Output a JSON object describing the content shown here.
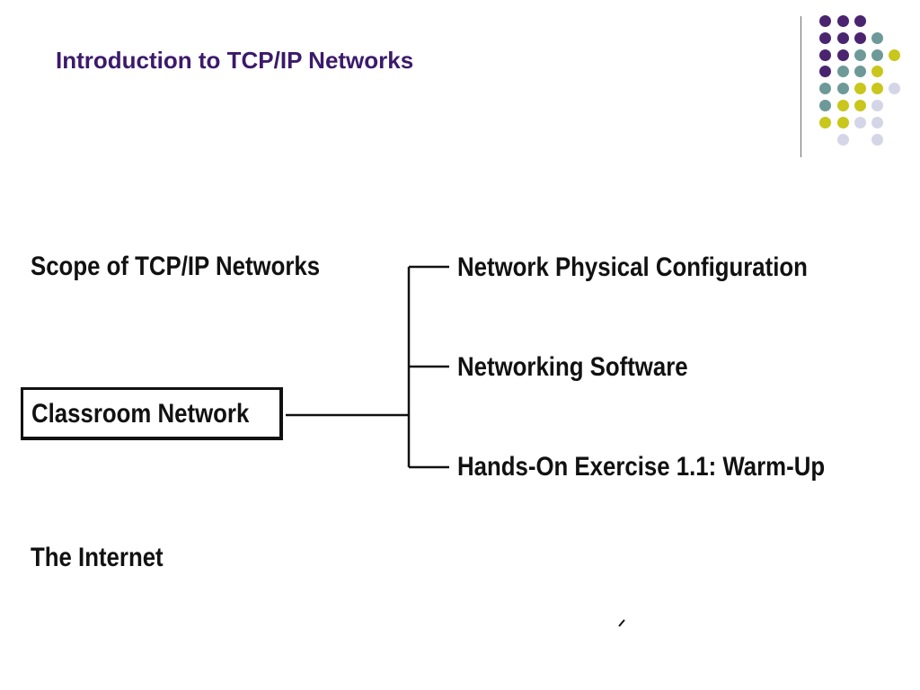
{
  "slide": {
    "title": "Introduction to TCP/IP Networks"
  },
  "decoration": {
    "colors": {
      "purple": "#4b2470",
      "teal": "#6d9a98",
      "yellow": "#c9c61c",
      "lavender": "#d5d5e8"
    }
  },
  "diagram": {
    "scope_heading": "Scope of TCP/IP Networks",
    "root_node": "Classroom Network",
    "branches": [
      "Network Physical Configuration",
      "Networking Software",
      "Hands-On Exercise 1.1: Warm-Up"
    ],
    "footer_item": "The Internet"
  }
}
